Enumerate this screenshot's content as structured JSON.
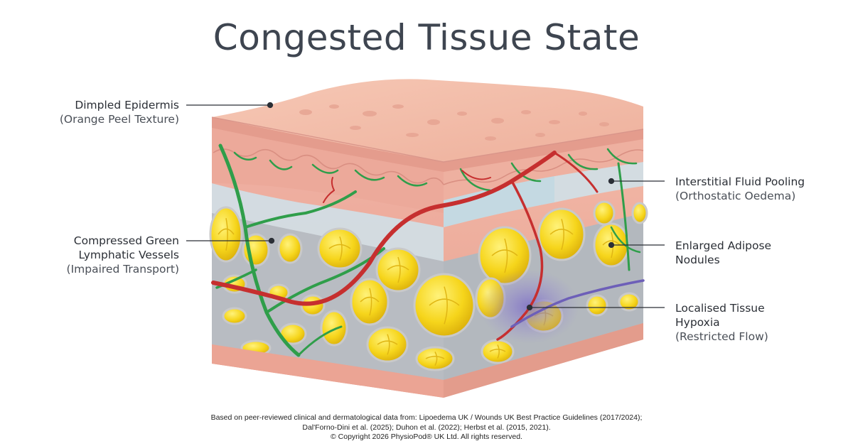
{
  "title": "Congested Tissue State",
  "labels": {
    "epidermis": {
      "name": "Dimpled Epidermis",
      "detail": "(Orange Peel Texture)"
    },
    "lymphatic": {
      "name_line1": "Compressed Green",
      "name_line2": "Lymphatic Vessels",
      "detail": "(Impaired Transport)"
    },
    "fluid": {
      "name": "Interstitial Fluid Pooling",
      "detail": "(Orthostatic Oedema)"
    },
    "adipose": {
      "name_line1": "Enlarged Adipose",
      "name_line2": "Nodules"
    },
    "hypoxia": {
      "name_line1": "Localised Tissue",
      "name_line2": "Hypoxia",
      "detail": "(Restricted Flow)"
    }
  },
  "footer": {
    "line1": "Based on peer-reviewed clinical and dermatological data from: Lipoedema UK / Wounds UK Best Practice Guidelines (2017/2024);",
    "line2": "Dal'Forno-Dini et al. (2025); Duhon et al. (2022); Herbst et al. (2015, 2021).",
    "line3": "© Copyright 2026 PhysioPod® UK Ltd. All rights reserved."
  },
  "colors": {
    "skin": "#f2b8a6",
    "dermis": "#eaa79a",
    "fluid": "#c9dde6",
    "fat": "#f5d21c",
    "lymph": "#2f9e4a",
    "blood": "#c62f2f",
    "hypoxia": "#8a79c9"
  }
}
